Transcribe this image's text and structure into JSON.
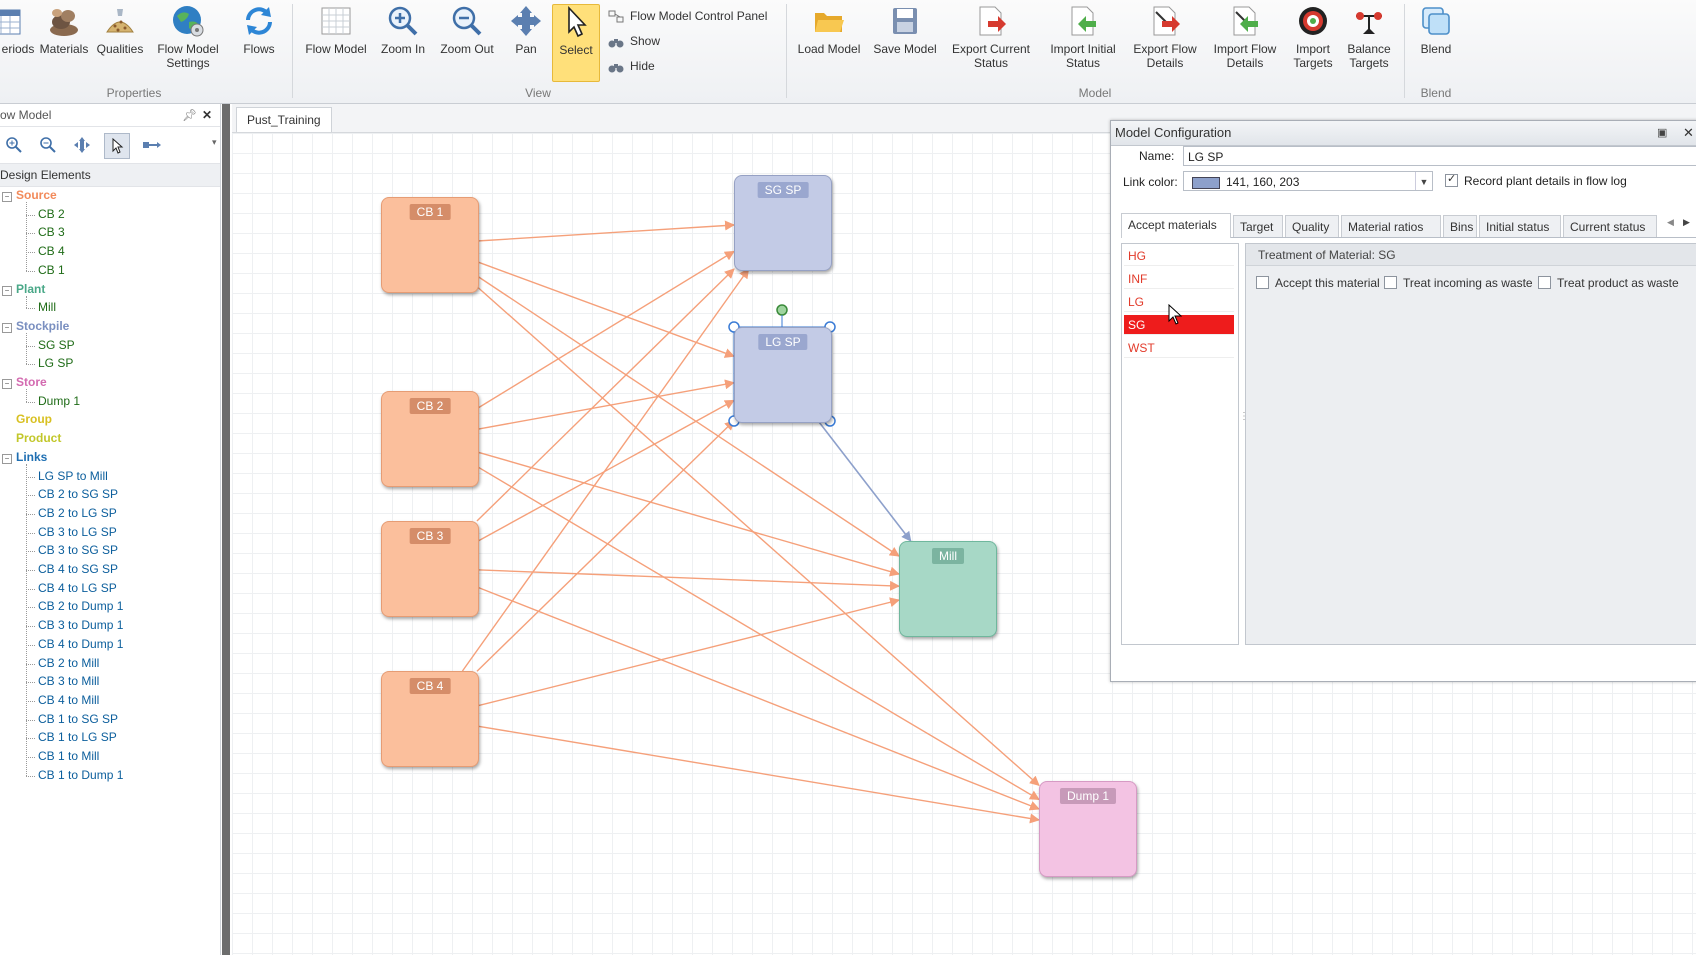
{
  "ribbon": {
    "properties": {
      "periods": "eriods",
      "materials": "Materials",
      "qualities": "Qualities",
      "flow_model_settings": [
        "Flow Model",
        "Settings"
      ],
      "flows": "Flows",
      "group": "Properties"
    },
    "view": {
      "flow_model": "Flow Model",
      "zoom_in": "Zoom In",
      "zoom_out": "Zoom Out",
      "pan": "Pan",
      "select": "Select",
      "control_panel": "Flow Model Control Panel",
      "show": "Show",
      "hide": "Hide",
      "group": "View"
    },
    "model": {
      "load_model": "Load Model",
      "save_model": "Save Model",
      "export_current_status": [
        "Export Current",
        "Status"
      ],
      "import_initial_status": [
        "Import Initial",
        "Status"
      ],
      "export_flow_details": [
        "Export Flow",
        "Details"
      ],
      "import_flow_details": [
        "Import Flow",
        "Details"
      ],
      "import_targets": [
        "Import",
        "Targets"
      ],
      "balance_targets": [
        "Balance",
        "Targets"
      ],
      "group": "Model"
    },
    "blend": {
      "blend": "Blend",
      "group": "Blend"
    }
  },
  "left_panel": {
    "title": "ow Model",
    "design_elements": "Design Elements",
    "categories": [
      {
        "label": "Source",
        "color": "#f28a5a",
        "items": [
          "CB 2",
          "CB 3",
          "CB 4",
          "CB 1"
        ]
      },
      {
        "label": "Plant",
        "color": "#4aa888",
        "items": [
          "Mill"
        ]
      },
      {
        "label": "Stockpile",
        "color": "#7a8fc0",
        "items": [
          "SG SP",
          "LG SP"
        ]
      },
      {
        "label": "Store",
        "color": "#d36ab0",
        "items": [
          "Dump 1"
        ]
      },
      {
        "label": "Group",
        "color": "#d8c021",
        "items": []
      },
      {
        "label": "Product",
        "color": "#c2c72a",
        "items": []
      },
      {
        "label": "Links",
        "color": "#1f6fb2",
        "items": [
          "LG SP to Mill",
          "CB 2 to SG SP",
          "CB 2 to LG SP",
          "CB 3 to LG SP",
          "CB 3 to SG SP",
          "CB 4 to SG SP",
          "CB 4 to LG SP",
          "CB 2 to Dump 1",
          "CB 3 to Dump 1",
          "CB 4 to Dump 1",
          "CB 2 to Mill",
          "CB 3 to Mill",
          "CB 4 to Mill",
          "CB 1 to SG SP",
          "CB 1 to LG SP",
          "CB 1 to Mill",
          "CB 1 to Dump 1"
        ]
      }
    ]
  },
  "document_tab": "Pust_Training",
  "flow_model": {
    "nodes": [
      {
        "id": "cb1",
        "label": "CB 1",
        "kind": "source"
      },
      {
        "id": "cb2",
        "label": "CB 2",
        "kind": "source"
      },
      {
        "id": "cb3",
        "label": "CB 3",
        "kind": "source"
      },
      {
        "id": "cb4",
        "label": "CB 4",
        "kind": "source"
      },
      {
        "id": "sgsp",
        "label": "SG SP",
        "kind": "stockpile"
      },
      {
        "id": "lgsp",
        "label": "LG SP",
        "kind": "stockpile",
        "selected": true
      },
      {
        "id": "mill",
        "label": "Mill",
        "kind": "plant"
      },
      {
        "id": "dump1",
        "label": "Dump 1",
        "kind": "store"
      }
    ],
    "link_colors": {
      "source_link": "#f5a07a",
      "stockpile_link": "#8da0cb"
    }
  },
  "model_config": {
    "title": "Model Configuration",
    "name_label": "Name:",
    "name_value": "LG SP",
    "link_color_label": "Link color:",
    "link_color_value": "141, 160, 203",
    "link_color_swatch": "#8da0cb",
    "record_plant": "Record plant details in flow log",
    "record_plant_checked": true,
    "tabs": [
      "Accept materials",
      "Target",
      "Quality",
      "Material ratios",
      "Bins",
      "Initial status",
      "Current status"
    ],
    "active_tab": "Accept materials",
    "materials": [
      "HG",
      "INF",
      "LG",
      "SG",
      "WST"
    ],
    "selected_material": "SG",
    "treatment_title": "Treatment of Material: SG",
    "options": {
      "accept": "Accept this material",
      "incoming_waste": "Treat incoming as waste",
      "product_waste": "Treat product as waste"
    }
  }
}
